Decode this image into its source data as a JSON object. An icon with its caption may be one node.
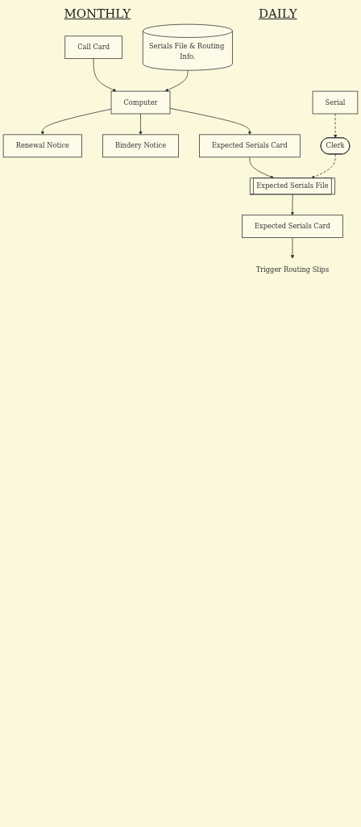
{
  "diagram": {
    "nodes": [
      {
        "text": [
          "Call Card"
        ]
      },
      {
        "text": [
          "Serials File & Routing Info."
        ]
      },
      {
        "text": [
          "Computer"
        ]
      },
      {
        "text": [
          "Renewal Notice"
        ]
      },
      {
        "text": [
          "Bindery Notice"
        ]
      },
      {
        "text": [
          "Expected Serials Card"
        ]
      },
      {
        "text": [
          "Expected Serials File"
        ]
      },
      {
        "text": [
          "Serial"
        ]
      },
      {
        "text": [
          "Clerk"
        ]
      },
      {
        "text": [
          "Expected Serials Card"
        ]
      },
      {
        "text": [
          "Trigger Routing Slips"
        ]
      }
    ],
    "edges": [
      {
        "from": 0,
        "to": 2,
        "arrow": "to"
      },
      {
        "from": 1,
        "to": 2,
        "arrow": "to"
      },
      {
        "from": 2,
        "to": 3,
        "arrow": "to"
      },
      {
        "from": 2,
        "to": 4,
        "arrow": "to"
      },
      {
        "from": 2,
        "to": 5,
        "arrow": "to"
      },
      {
        "from": 5,
        "to": 6,
        "arrow": "to"
      },
      {
        "from": 7,
        "to": 8,
        "arrow": "to",
        "style": "dashed"
      },
      {
        "from": 8,
        "to": 6,
        "arrow": "to",
        "style": "dashed"
      },
      {
        "from": 6,
        "to": 9,
        "arrow": "to"
      },
      {
        "from": 9,
        "to": 10,
        "arrow": "to"
      }
    ],
    "labels": [
      "MONTHLY",
      "DAILY"
    ]
  }
}
